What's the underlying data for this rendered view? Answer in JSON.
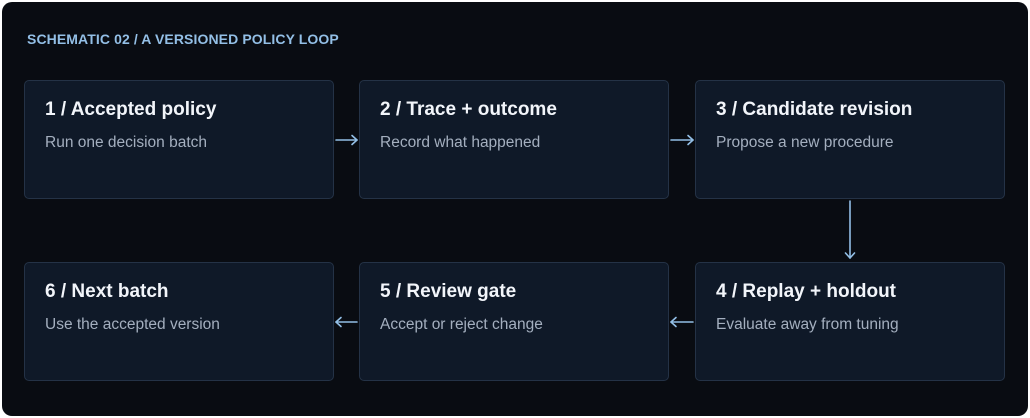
{
  "diagram": {
    "heading": "SCHEMATIC 02 / A VERSIONED POLICY LOOP",
    "accent_color": "#93bfe6",
    "steps": [
      {
        "title": "1 / Accepted policy",
        "subtitle": "Run one decision batch"
      },
      {
        "title": "2 / Trace + outcome",
        "subtitle": "Record what happened"
      },
      {
        "title": "3 / Candidate revision",
        "subtitle": "Propose a new procedure"
      },
      {
        "title": "4 / Replay + holdout",
        "subtitle": "Evaluate away from tuning"
      },
      {
        "title": "5 / Review gate",
        "subtitle": "Accept or reject change"
      },
      {
        "title": "6 / Next batch",
        "subtitle": "Use the accepted version"
      }
    ]
  }
}
